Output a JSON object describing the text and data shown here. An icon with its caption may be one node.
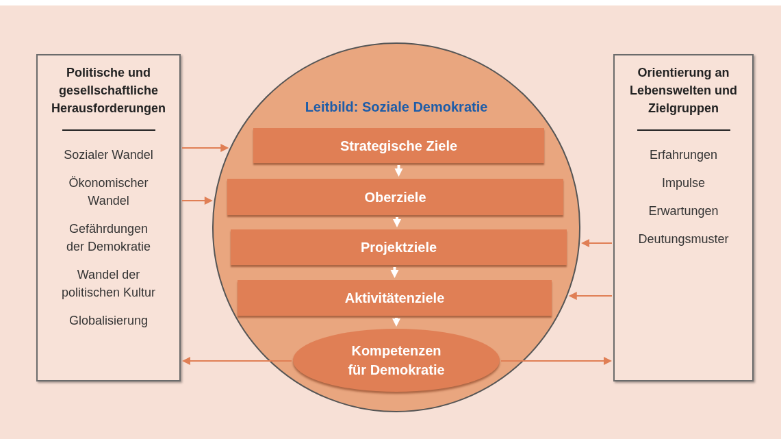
{
  "diagram": {
    "nodes": [
      {
        "text": [
          "Politische und gesellschaftliche Herausforderungen",
          "Sozialer Wandel",
          "Ökonomischer Wandel",
          "Gefährdungen der Demokratie",
          "Wandel der politischen Kultur",
          "Globalisierung"
        ]
      },
      {
        "text": [
          "Leitbild: Soziale Demokratie"
        ]
      },
      {
        "text": [
          "Strategische Ziele"
        ],
        "in": 1
      },
      {
        "text": [
          "Oberziele"
        ],
        "in": 1
      },
      {
        "text": [
          "Projektziele"
        ],
        "in": 1
      },
      {
        "text": [
          "Aktivitätenziele"
        ],
        "in": 1
      },
      {
        "text": [
          "Kompetenzen für Demokratie"
        ],
        "in": 1
      },
      {
        "text": [
          "Orientierung an Lebenswelten und Zielgruppen",
          "Erfahrungen",
          "Impulse",
          "Erwartungen",
          "Deutungsmuster"
        ]
      }
    ],
    "edges": [
      {
        "from": 0,
        "to": 1,
        "arrow": "to"
      },
      {
        "from": 0,
        "to": 1,
        "arrow": "to"
      },
      {
        "from": 7,
        "to": 1,
        "arrow": "to"
      },
      {
        "from": 7,
        "to": 1,
        "arrow": "to"
      },
      {
        "from": 6,
        "to": 0,
        "arrow": "to"
      },
      {
        "from": 6,
        "to": 7,
        "arrow": "to"
      },
      {
        "from": 2,
        "to": 3,
        "arrow": "to",
        "style": "thick",
        "color": "#ffffff"
      },
      {
        "from": 3,
        "to": 4,
        "arrow": "to",
        "style": "thick",
        "color": "#ffffff"
      },
      {
        "from": 4,
        "to": 5,
        "arrow": "to",
        "style": "thick",
        "color": "#ffffff"
      },
      {
        "from": 5,
        "to": 6,
        "arrow": "to",
        "style": "thick",
        "color": "#ffffff"
      }
    ]
  }
}
